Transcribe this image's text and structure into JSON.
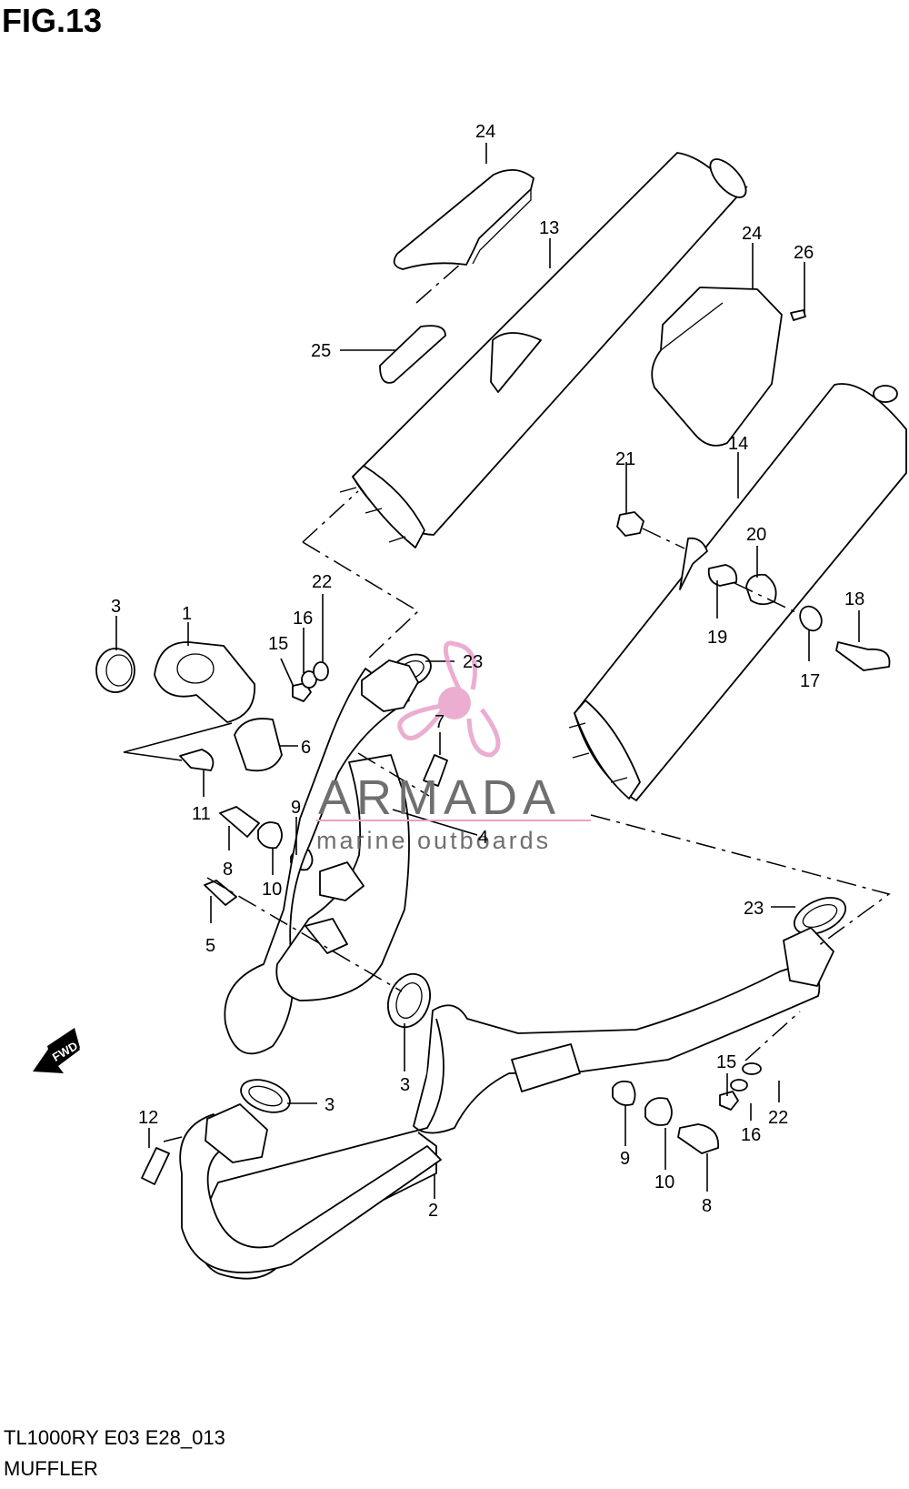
{
  "header": {
    "figure_label": "FIG.13"
  },
  "footer": {
    "model_code": "TL1000RY E03 E28_013",
    "diagram_name": "MUFFLER"
  },
  "watermark": {
    "brand": "ARMADA",
    "tagline": "marine outboards",
    "brand_color": "#6f6f6f",
    "logo_color": "#e8a0c8"
  },
  "orientation": {
    "fwd_label": "FWD"
  },
  "callouts": {
    "c24a": "24",
    "c13": "13",
    "c24b": "24",
    "c26": "26",
    "c25": "25",
    "c21": "21",
    "c14": "14",
    "c20": "20",
    "c22a": "22",
    "c18": "18",
    "c3a": "3",
    "c1": "1",
    "c16a": "16",
    "c15a": "15",
    "c23a": "23",
    "c19": "19",
    "c17": "17",
    "c7": "7",
    "c6": "6",
    "c9a": "9",
    "c11": "11",
    "c4": "4",
    "c8a": "8",
    "c10a": "10",
    "c5": "5",
    "c23b": "23",
    "c3b": "3",
    "c15b": "15",
    "c3c": "3",
    "c12": "12",
    "c22b": "22",
    "c16b": "16",
    "c9b": "9",
    "c10b": "10",
    "c8b": "8",
    "c2": "2"
  }
}
